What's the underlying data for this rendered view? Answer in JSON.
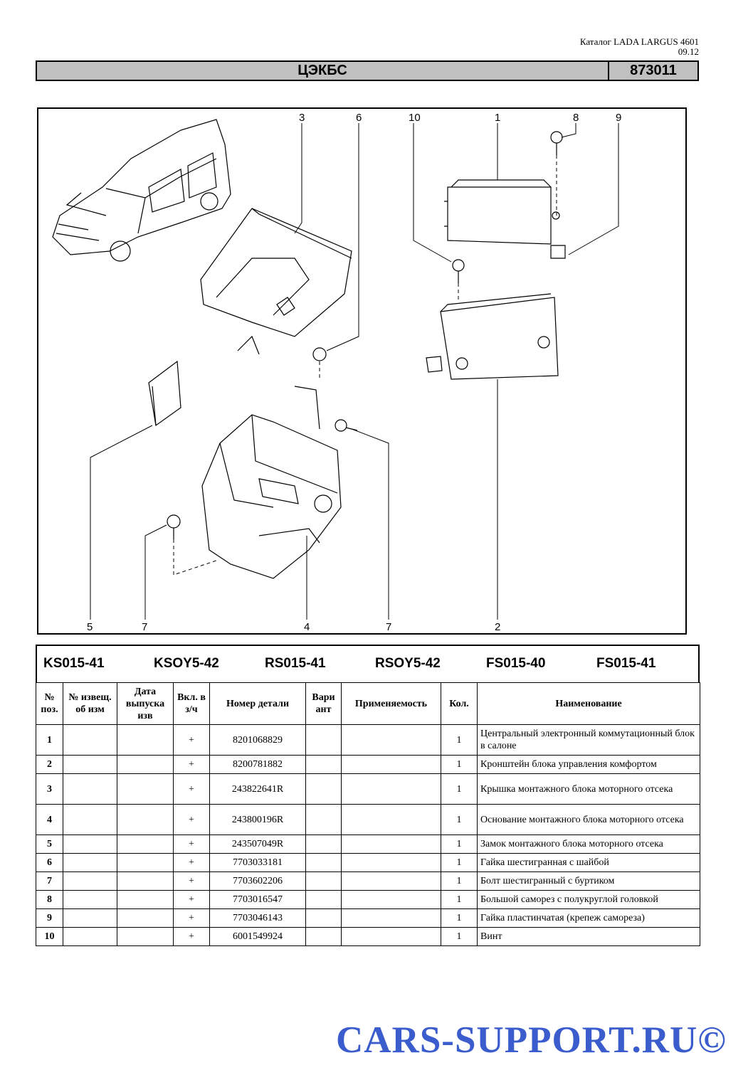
{
  "catalog": {
    "name": "Каталог LADA LARGUS 4601",
    "date": "09.12"
  },
  "header": {
    "title": "ЦЭКБС",
    "code": "873011"
  },
  "diagram": {
    "callouts": {
      "c3": "3",
      "c6": "6",
      "c10": "10",
      "c1": "1",
      "c8": "8",
      "c9": "9",
      "c5": "5",
      "c7a": "7",
      "c4": "4",
      "c7b": "7",
      "c2": "2"
    }
  },
  "models": [
    "KS015-41",
    "KSOY5-42",
    "RS015-41",
    "RSOY5-42",
    "FS015-40",
    "FS015-41"
  ],
  "table": {
    "headers": {
      "pos": "№ поз.",
      "notice": "№ извещ. об изм",
      "date": "Дата выпуска изв",
      "incl": "Вкл. в з/ч",
      "part_no": "Номер детали",
      "variant": "Вари ант",
      "applicability": "Применяемость",
      "qty": "Кол.",
      "name": "Наименование"
    },
    "rows": [
      {
        "pos": "1",
        "incl": "+",
        "part_no": "8201068829",
        "qty": "1",
        "name": "Центральный электронный коммутационный блок в салоне"
      },
      {
        "pos": "2",
        "incl": "+",
        "part_no": "8200781882",
        "qty": "1",
        "name": "Кронштейн блока управления комфортом"
      },
      {
        "pos": "3",
        "incl": "+",
        "part_no": "243822641R",
        "qty": "1",
        "name": "Крышка монтажного блока моторного отсека"
      },
      {
        "pos": "4",
        "incl": "+",
        "part_no": "243800196R",
        "qty": "1",
        "name": "Основание монтажного блока моторного отсека"
      },
      {
        "pos": "5",
        "incl": "+",
        "part_no": "243507049R",
        "qty": "1",
        "name": "Замок монтажного блока моторного отсека"
      },
      {
        "pos": "6",
        "incl": "+",
        "part_no": "7703033181",
        "qty": "1",
        "name": "Гайка шестигранная с шайбой"
      },
      {
        "pos": "7",
        "incl": "+",
        "part_no": "7703602206",
        "qty": "1",
        "name": "Болт шестигранный с буртиком"
      },
      {
        "pos": "8",
        "incl": "+",
        "part_no": "7703016547",
        "qty": "1",
        "name": "Большой саморез с полукруглой головкой"
      },
      {
        "pos": "9",
        "incl": "+",
        "part_no": "7703046143",
        "qty": "1",
        "name": "Гайка пластинчатая (крепеж самореза)"
      },
      {
        "pos": "10",
        "incl": "+",
        "part_no": "6001549924",
        "qty": "1",
        "name": "Винт"
      }
    ]
  },
  "watermark": "CARS-SUPPORT.RU©"
}
